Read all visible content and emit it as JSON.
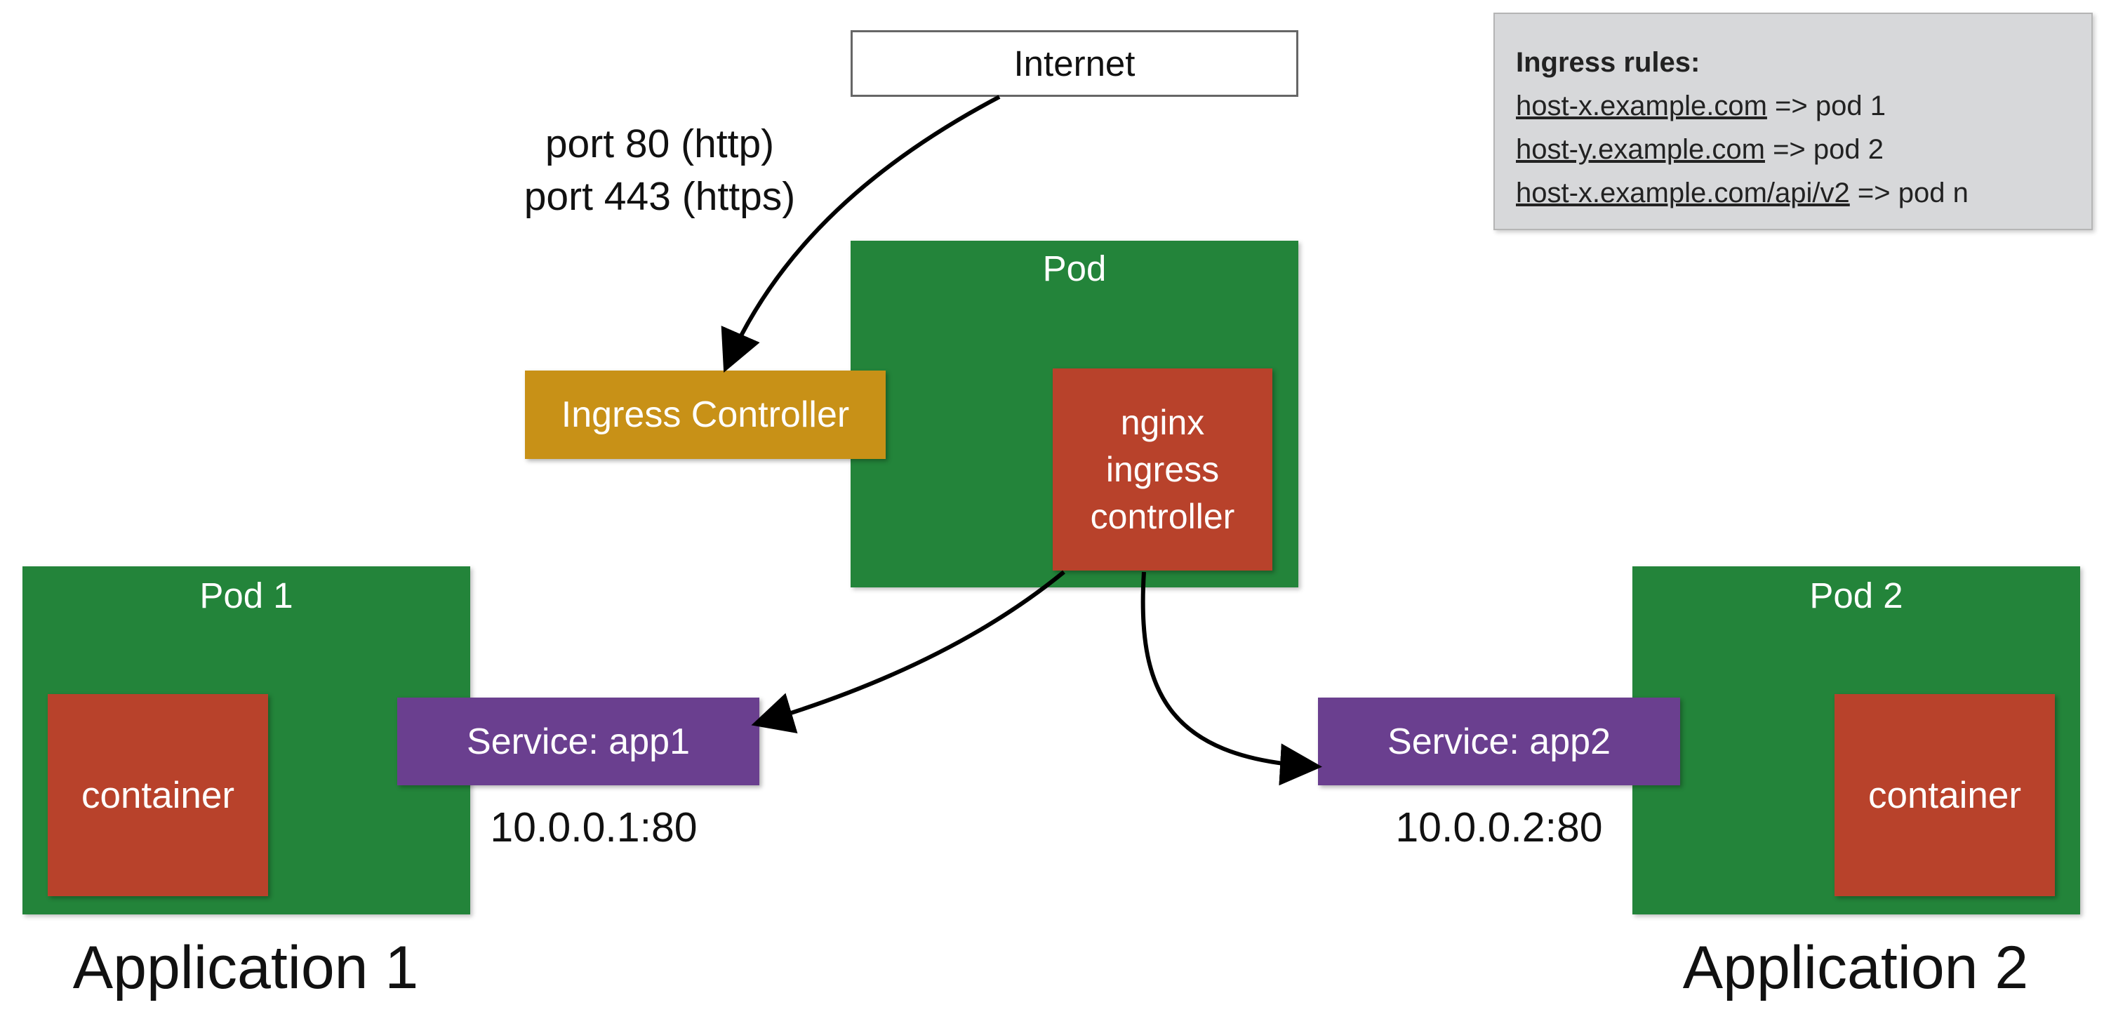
{
  "internet": {
    "label": "Internet"
  },
  "ports": {
    "line1": "port 80 (http)",
    "line2": "port 443 (https)"
  },
  "pod_main": {
    "label": "Pod"
  },
  "ingress_controller": {
    "label": "Ingress Controller"
  },
  "nginx": {
    "line1": "nginx",
    "line2": "ingress",
    "line3": "controller"
  },
  "pod1": {
    "label": "Pod 1",
    "container": "container"
  },
  "pod2": {
    "label": "Pod 2",
    "container": "container"
  },
  "service1": {
    "label": "Service: app1",
    "address": "10.0.0.1:80"
  },
  "service2": {
    "label": "Service: app2",
    "address": "10.0.0.2:80"
  },
  "applications": {
    "app1": "Application 1",
    "app2": "Application 2"
  },
  "ingress_rules": {
    "title": "Ingress rules:",
    "rules": [
      {
        "host": "host-x.example.com",
        "target": " => pod 1"
      },
      {
        "host": "host-y.example.com",
        "target": " => pod 2"
      },
      {
        "host": "host-x.example.com/api/v2",
        "target": " => pod n"
      }
    ]
  },
  "colors": {
    "pod_green": "#23843a",
    "container_red": "#b8422b",
    "service_purple": "#6a3f8f",
    "ingress_gold": "#c89117",
    "rules_gray": "#d7d8da"
  }
}
